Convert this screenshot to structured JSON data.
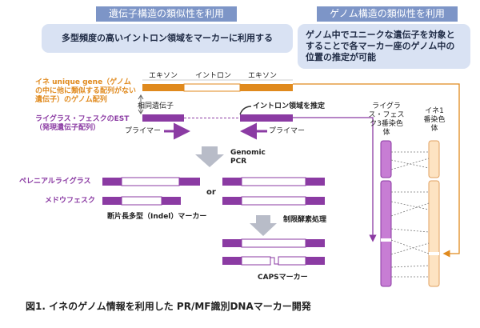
{
  "headers": {
    "left_header": "遺伝子構造の類似性を利用",
    "left_box": "多型頻度の高いイントロン領域をマーカーに利用する",
    "right_header": "ゲノム構造の類似性を利用",
    "right_box": "ゲノム中でユニークな遺伝子を対象とすることで各マーカー座のゲノム中の位置の推定が可能"
  },
  "gene_labels": {
    "exon_left": "エキソン",
    "intron": "イントロン",
    "exon_right": "エキソン",
    "rice_gene": "イネ unique gene（ゲノムの中に他に類似する配列がない遺伝子）のゲノム配列",
    "homolog": "相同遺伝子",
    "intron_estimate": "イントロン領域を推定",
    "ryegrass_est": "ライグラス・フェスクのEST（発現遺伝子配列）",
    "primer_left": "プライマー",
    "primer_right": "プライマー"
  },
  "pcr": {
    "genomic_pcr": "Genomic PCR",
    "perennial": "ペレニアルライグラス",
    "meadow": "メドウフェスク",
    "or": "or",
    "indel": "断片長多型（Indel）マーカー",
    "restriction": "制限酵素処理",
    "caps": "CAPSマーカー"
  },
  "chromosomes": {
    "ryegrass": "ライグラス・フェスク3番染色体",
    "rice": "イネ1番染色体"
  },
  "caption": "図1. イネのゲノム情報を利用した PR/MF識別DNAマーカー開発",
  "colors": {
    "orange": "#e08a1e",
    "purple": "#8b3ba3",
    "header_blue": "#7d95c7",
    "box_blue": "#d9e2f3",
    "arrow_gray": "#b8bcc8"
  }
}
